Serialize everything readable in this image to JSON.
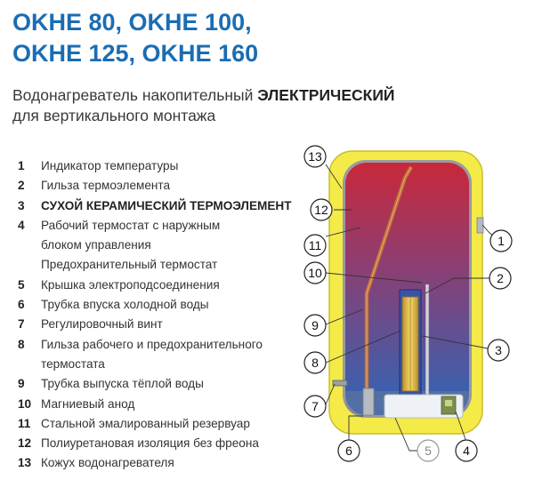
{
  "title": {
    "line1": "OKHE 80, OKHE 100,",
    "line2": "OKHE 125, OKHE 160"
  },
  "subtitle": {
    "line1_prefix": "Водонагреватель накопительный ",
    "line1_emphasis": "ЭЛЕКТРИЧЕСКИЙ",
    "line2": "для вертикального монтажа"
  },
  "legend": [
    {
      "num": "1",
      "text": "Индикатор температуры"
    },
    {
      "num": "2",
      "text": "Гильза термоэлемента"
    },
    {
      "num": "3",
      "text": "СУХОЙ КЕРАМИЧЕСКИЙ ТЕРМОЭЛЕМЕНТ"
    },
    {
      "num": "4",
      "text": "Рабочий термостат с наружным",
      "cont": [
        "блоком управления",
        "Предохранительный термостат"
      ]
    },
    {
      "num": "5",
      "text": "Крышка электроподсоединения"
    },
    {
      "num": "6",
      "text": "Трубка впуска холодной воды"
    },
    {
      "num": "7",
      "text": "Регулировочный винт"
    },
    {
      "num": "8",
      "text": "Гильза рабочего и предохранительного",
      "cont": [
        "термостата"
      ]
    },
    {
      "num": "9",
      "text": "Трубка выпуска тёплой воды"
    },
    {
      "num": "10",
      "text": "Магниевый анод"
    },
    {
      "num": "11",
      "text": "Стальной эмалированный резервуар"
    },
    {
      "num": "12",
      "text": "Полиуретановая изоляция без фреона"
    },
    {
      "num": "13",
      "text": "Кожух водонагревателя"
    }
  ],
  "callouts": [
    "13",
    "12",
    "11",
    "10",
    "9",
    "8",
    "7",
    "6",
    "1",
    "2",
    "3",
    "4",
    "5"
  ],
  "colors": {
    "title": "#1b6db3",
    "casing": "#f4ea48",
    "tank_hot": "#c8283a",
    "tank_cold": "#2e66b8",
    "pipe": "#c0703a"
  }
}
